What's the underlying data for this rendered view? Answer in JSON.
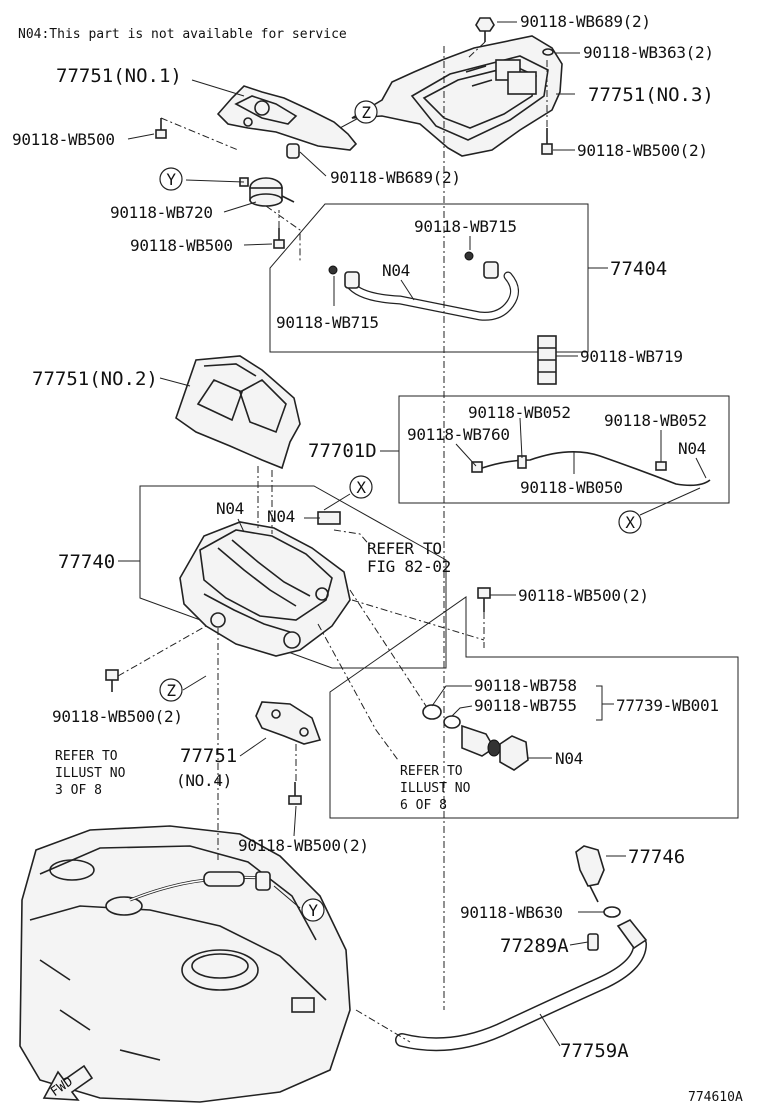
{
  "note": "N04:This part is not available for service",
  "figure_code": "774610A",
  "fwd_label": "FWD",
  "refs": {
    "x": "X",
    "y": "Y",
    "z": "Z"
  },
  "labels": {
    "wb689_2_top": "90118-WB689(2)",
    "wb363_2": "90118-WB363(2)",
    "p77751_no1": "77751(NO.1)",
    "p77751_no3": "77751(NO.3)",
    "wb500_left": "90118-WB500",
    "wb500_2_right_top": "90118-WB500(2)",
    "wb689_2_mid": "90118-WB689(2)",
    "wb720": "90118-WB720",
    "wb500_mid": "90118-WB500",
    "wb715_top": "90118-WB715",
    "n04_hose": "N04",
    "p77404": "77404",
    "wb715_bottom": "90118-WB715",
    "wb719": "90118-WB719",
    "p77751_no2": "77751(NO.2)",
    "wb052_left": "90118-WB052",
    "wb052_right": "90118-WB052",
    "p77701d": "77701D",
    "wb760": "90118-WB760",
    "n04_wire": "N04",
    "wb050": "90118-WB050",
    "n04_canister_a": "N04",
    "n04_canister_b": "N04",
    "refer_fig_line1": "REFER TO",
    "refer_fig_line2": "FIG 82-02",
    "p77740": "77740",
    "wb500_2_canister": "90118-WB500(2)",
    "wb758": "90118-WB758",
    "wb755": "90118-WB755",
    "p77739_wb001": "77739-WB001",
    "n04_valve": "N04",
    "wb500_2_lower_left": "90118-WB500(2)",
    "refer_illust3_line1": "REFER TO",
    "refer_illust3_line2": "ILLUST NO",
    "refer_illust3_line3": "3 OF 8",
    "p77751_no4_line1": "77751",
    "p77751_no4_line2": "(NO.4)",
    "refer_illust6_line1": "REFER TO",
    "refer_illust6_line2": "ILLUST NO",
    "refer_illust6_line3": "6 OF 8",
    "wb500_2_bottom": "90118-WB500(2)",
    "p77746": "77746",
    "wb630": "90118-WB630",
    "p77289a": "77289A",
    "p77759a": "77759A"
  }
}
